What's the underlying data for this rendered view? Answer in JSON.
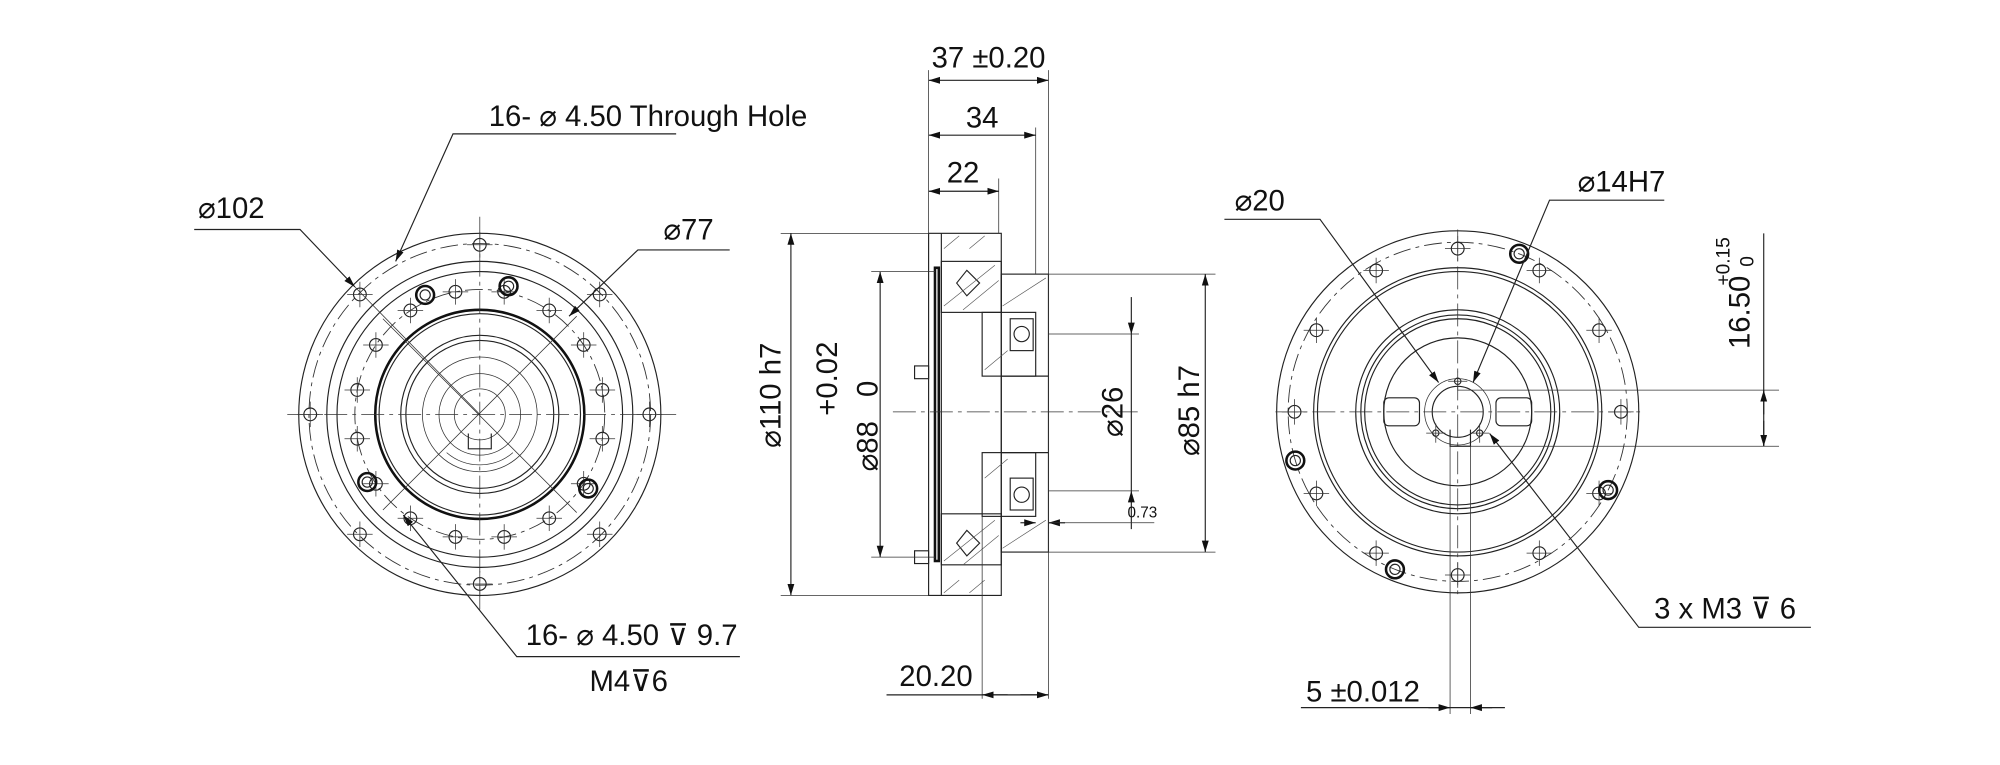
{
  "front_view": {
    "through_hole": "16- ⌀ 4.50 Through Hole",
    "outer_dia": "⌀102",
    "inner_dia": "⌀77",
    "tapped_holes": "16- ⌀ 4.50 ⊽ 9.7",
    "tapped_thread": "M4⊽6"
  },
  "section_view": {
    "overall_length": "37 ±0.20",
    "length_34": "34",
    "length_22": "22",
    "flange_dia": "⌀110 h7",
    "pilot_tol_upper": "+0.02",
    "pilot_tol_lower": "0",
    "pilot_dia": "⌀88",
    "bore_dia": "⌀26",
    "hub_dia": "⌀85 h7",
    "gap": "0.73",
    "offset": "20.20"
  },
  "rear_view": {
    "dia_20": "⌀20",
    "dia_14": "⌀14H7",
    "key_height": "16.50",
    "key_tol_upper": "+0.15",
    "key_tol_lower": "0",
    "threaded_holes": "3 x M3 ⊽ 6",
    "key_width": "5 ±0.012"
  },
  "colors": {
    "line": "#222222",
    "background": "#ffffff"
  }
}
